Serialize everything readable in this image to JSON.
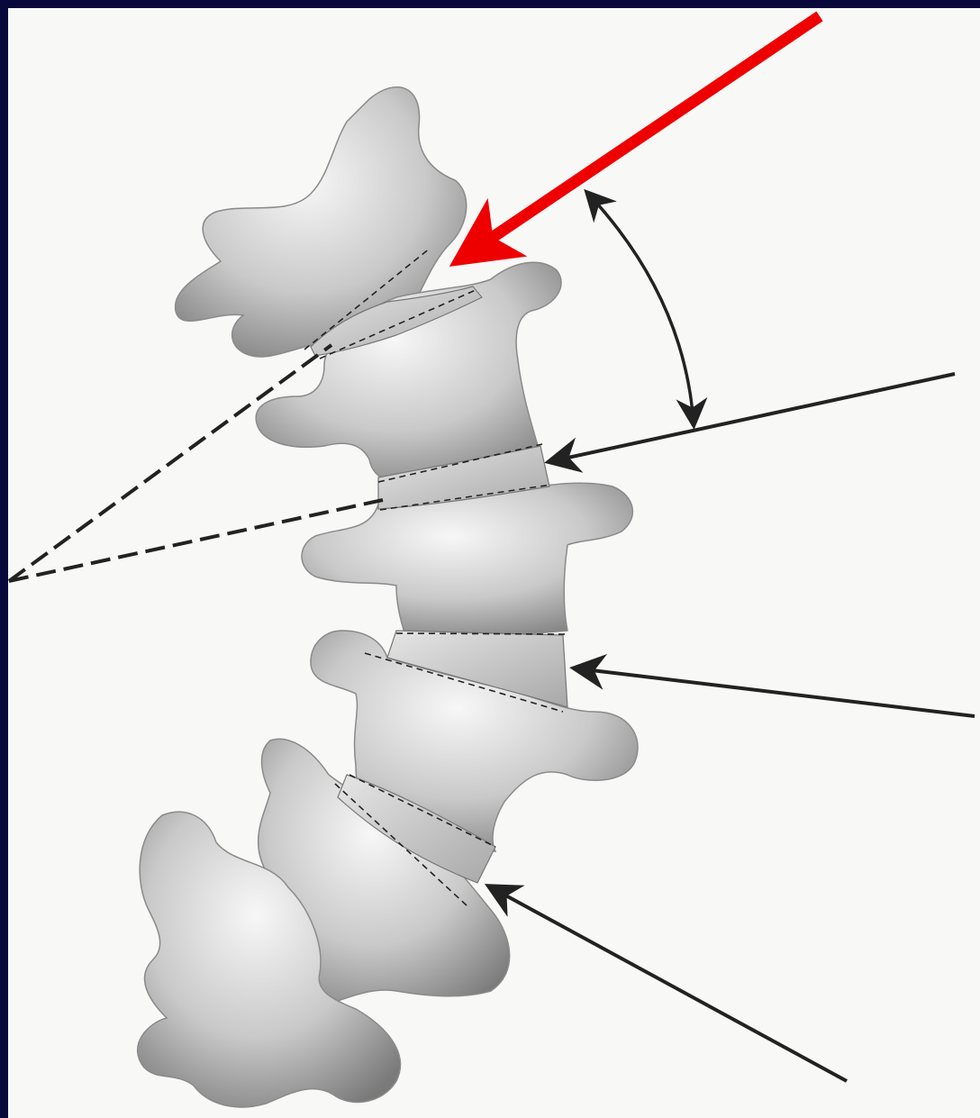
{
  "figure": {
    "subject": "spine-vertebrae-angle-diagram",
    "colors": {
      "frame": "#08083a",
      "paper": "#f8f8f6",
      "bone_light": "#f2f2f2",
      "bone_mid": "#bdbdbd",
      "bone_dark": "#6e6e6e",
      "ink": "#222222",
      "highlight_arrow": "#ee0000"
    },
    "icons": {
      "vertebra": "vertebra-shape",
      "disc": "intervertebral-disc-shape",
      "pointer": "arrow-icon",
      "angle": "curved-double-arrow-icon"
    }
  }
}
